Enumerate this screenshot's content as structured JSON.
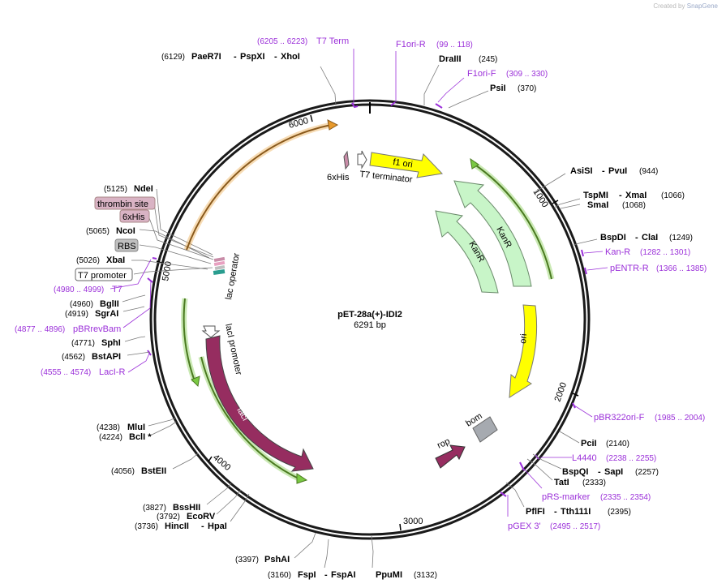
{
  "plasmid": {
    "name": "pET-28a(+)-IDI2",
    "size_label": "6291 bp",
    "total_bp": 6291
  },
  "credit": {
    "prefix": "Created by",
    "brand": "SnapGene"
  },
  "ticks": [
    {
      "bp": 1000,
      "label": "1000"
    },
    {
      "bp": 2000,
      "label": "2000"
    },
    {
      "bp": 3000,
      "label": "3000"
    },
    {
      "bp": 4000,
      "label": "4000"
    },
    {
      "bp": 5000,
      "label": "5000"
    },
    {
      "bp": 6000,
      "label": "6000"
    }
  ],
  "sites": [
    {
      "id": "paer7i",
      "pos": "(6129)",
      "names": [
        "PaeR7I",
        "PspXI",
        "XhoI"
      ]
    },
    {
      "id": "draiii",
      "pos": "(245)",
      "names": [
        "DraIII"
      ]
    },
    {
      "id": "psii",
      "pos": "(370)",
      "names": [
        "PsiI"
      ]
    },
    {
      "id": "asisi",
      "pos": "(944)",
      "names": [
        "AsiSI",
        "PvuI"
      ]
    },
    {
      "id": "tspmi",
      "pos": "(1066)",
      "names": [
        "TspMI",
        "XmaI"
      ]
    },
    {
      "id": "smai",
      "pos": "(1068)",
      "names": [
        "SmaI"
      ]
    },
    {
      "id": "bspdi",
      "pos": "(1249)",
      "names": [
        "BspDI",
        "ClaI"
      ]
    },
    {
      "id": "pcii",
      "pos": "(2140)",
      "names": [
        "PciI"
      ]
    },
    {
      "id": "bspqi",
      "pos": "(2257)",
      "names": [
        "BspQI",
        "SapI"
      ]
    },
    {
      "id": "tati",
      "pos": "(2333)",
      "names": [
        "TatI"
      ]
    },
    {
      "id": "pflfi",
      "pos": "(2395)",
      "names": [
        "PflFI",
        "Tth111I"
      ]
    },
    {
      "id": "fspi",
      "pos": "(3160)",
      "names": [
        "FspI",
        "FspAI"
      ]
    },
    {
      "id": "ppumi",
      "pos": "(3132)",
      "names": [
        "PpuMI"
      ]
    },
    {
      "id": "pshai",
      "pos": "(3397)",
      "names": [
        "PshAI"
      ]
    },
    {
      "id": "hincii",
      "pos": "(3736)",
      "names": [
        "HincII",
        "HpaI"
      ]
    },
    {
      "id": "ecorv",
      "pos": "(3792)",
      "names": [
        "EcoRV"
      ]
    },
    {
      "id": "bsshii",
      "pos": "(3827)",
      "names": [
        "BssHII"
      ]
    },
    {
      "id": "bsteii",
      "pos": "(4056)",
      "names": [
        "BstEII"
      ]
    },
    {
      "id": "bcli",
      "pos": "(4224)",
      "names": [
        "BclI *"
      ]
    },
    {
      "id": "mlui",
      "pos": "(4238)",
      "names": [
        "MluI"
      ]
    },
    {
      "id": "bstapi",
      "pos": "(4562)",
      "names": [
        "BstAPI"
      ]
    },
    {
      "id": "sphi",
      "pos": "(4771)",
      "names": [
        "SphI"
      ]
    },
    {
      "id": "sgrai",
      "pos": "(4919)",
      "names": [
        "SgrAI"
      ]
    },
    {
      "id": "bglii",
      "pos": "(4960)",
      "names": [
        "BglII"
      ]
    },
    {
      "id": "xbai",
      "pos": "(5026)",
      "names": [
        "XbaI"
      ]
    },
    {
      "id": "ncoi",
      "pos": "(5065)",
      "names": [
        "NcoI"
      ]
    },
    {
      "id": "ndei",
      "pos": "(5125)",
      "names": [
        "NdeI"
      ]
    }
  ],
  "primers": [
    {
      "id": "t7term",
      "range": "(6205 .. 6223)",
      "name": "T7 Term"
    },
    {
      "id": "f1orir",
      "range": "(99 .. 118)",
      "name": "F1ori-R"
    },
    {
      "id": "f1orif",
      "range": "(309 .. 330)",
      "name": "F1ori-F"
    },
    {
      "id": "kanr",
      "range": "(1282 .. 1301)",
      "name": "Kan-R"
    },
    {
      "id": "pentrr",
      "range": "(1366 .. 1385)",
      "name": "pENTR-R"
    },
    {
      "id": "pbr322orif",
      "range": "(1985 .. 2004)",
      "name": "pBR322ori-F"
    },
    {
      "id": "l4440",
      "range": "(2238 .. 2255)",
      "name": "L4440"
    },
    {
      "id": "prsmarker",
      "range": "(2335 .. 2354)",
      "name": "pRS-marker"
    },
    {
      "id": "pgex3",
      "range": "(2495 .. 2517)",
      "name": "pGEX 3'"
    },
    {
      "id": "t7",
      "range": "(4980 .. 4999)",
      "name": "T7"
    },
    {
      "id": "pbrrevbam",
      "range": "(4877 .. 4896)",
      "name": "pBRrevBam"
    },
    {
      "id": "lacir",
      "range": "(4555 .. 4574)",
      "name": "LacI-R"
    }
  ],
  "boxed_features": [
    {
      "id": "thrombin",
      "label": "thrombin site",
      "fill": "#d9b3c4"
    },
    {
      "id": "his6",
      "label": "6xHis",
      "fill": "#d9b3c4"
    },
    {
      "id": "rbs",
      "label": "RBS",
      "fill": "#bfbfbf"
    },
    {
      "id": "t7prom",
      "label": "T7 promoter",
      "fill": "#ffffff"
    }
  ],
  "features": {
    "f1_ori": "f1 ori",
    "kanr_outer": "KanR",
    "kanr_inner": "KanR",
    "ori": "ori",
    "rop": "rop",
    "bom": "bom",
    "laci": "lacI",
    "laci_promoter": "lacI promoter",
    "lac_operator": "lac operator",
    "his6_inner": "6xHis",
    "t7_terminator": "T7 terminator"
  },
  "colors": {
    "backbone": "#1a1a1a",
    "primer": "#9b30d9",
    "f1_ori": "#ffff00",
    "kanr": "#c8f5c8",
    "ori": "#ffff00",
    "laci": "#962d60",
    "rop": "#962d60",
    "bom": "#a6aab0",
    "cds_glow_green": "#5aa02c",
    "cds_glow_orange": "#e89a2c"
  }
}
